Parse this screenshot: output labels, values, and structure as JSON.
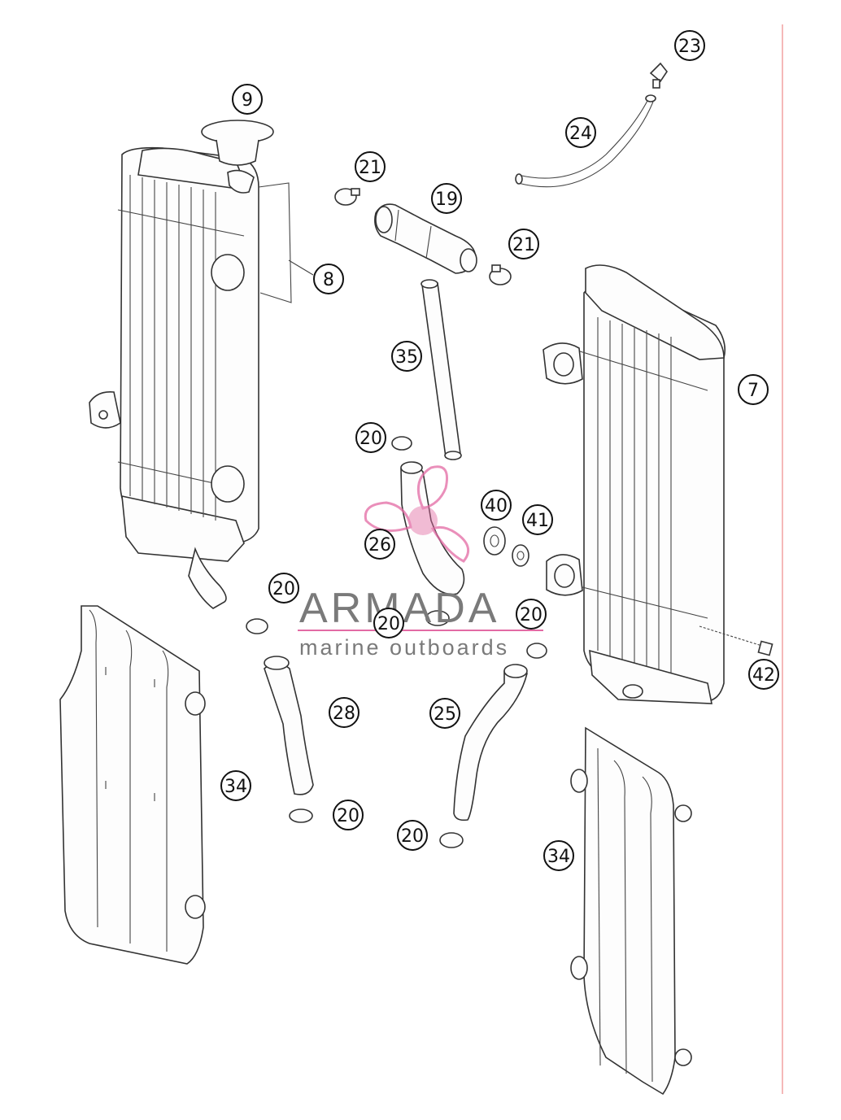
{
  "callouts": {
    "c7": "7",
    "c8": "8",
    "c9": "9",
    "c19": "19",
    "c20a": "20",
    "c20b": "20",
    "c20c": "20",
    "c20d": "20",
    "c20e": "20",
    "c20f": "20",
    "c21a": "21",
    "c21b": "21",
    "c23": "23",
    "c24": "24",
    "c25": "25",
    "c26": "26",
    "c28": "28",
    "c34a": "34",
    "c34b": "34",
    "c35": "35",
    "c40": "40",
    "c41": "41",
    "c42": "42"
  },
  "watermark": {
    "title": "ARMADA",
    "subtitle": "marine outboards"
  },
  "colors": {
    "line": "#333333",
    "watermark_text": "#7a7a7a",
    "watermark_accent": "#e36aa4",
    "margin_line": "#f2a0a0"
  },
  "icons": {
    "logo": "propeller-logo-icon"
  }
}
